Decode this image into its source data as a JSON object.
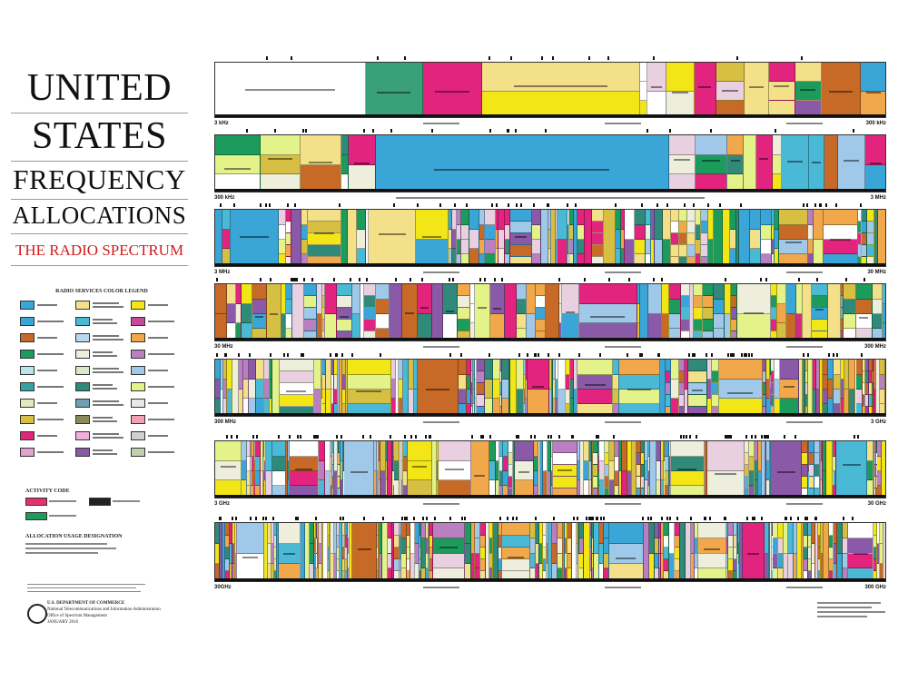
{
  "title": {
    "line1": "UNITED",
    "line2": "STATES",
    "line3": "FREQUENCY",
    "line4": "ALLOCATIONS",
    "subtitle": "THE RADIO SPECTRUM"
  },
  "legend": {
    "title": "RADIO SERVICES COLOR LEGEND",
    "colors": [
      "#3aa6d8",
      "#f5e08a",
      "#f2e617",
      "#3aa6d8",
      "#4ab9d6",
      "#c64a9c",
      "#c76a28",
      "#b9d7ee",
      "#f0a84a",
      "#1d9b5c",
      "#eeeedd",
      "#b97fc0",
      "#bfe3ea",
      "#d8e8c8",
      "#a0c8e8",
      "#3aa0a0",
      "#2f8a7a",
      "#e4f28a",
      "#e0ecc0",
      "#6d9fb0",
      "#e8e8e8",
      "#d7bf44",
      "#8a8a5a",
      "#f4a0b4",
      "#e2247f",
      "#f0b0d8",
      "#d0d0d0",
      "#e3a0d0",
      "#8a5aa8",
      "#c0d0b0"
    ]
  },
  "activity": {
    "title": "ACTIVITY CODE",
    "items": [
      {
        "color": "#e4306c"
      },
      {
        "color": "#222222"
      },
      {
        "color": "#1d9b5c"
      }
    ]
  },
  "usage": {
    "title": "ALLOCATION USAGE DESIGNATION"
  },
  "footer": {
    "line1": "U.S. DEPARTMENT OF COMMERCE",
    "line2": "National Telecommunications and Information Administration",
    "line3": "Office of Spectrum Management",
    "line4": "JANUARY 2016"
  },
  "bands": [
    {
      "start": "3 kHz",
      "end": "300 kHz"
    },
    {
      "start": "300 kHz",
      "end": "3 MHz"
    },
    {
      "start": "3 MHz",
      "end": "30 MHz"
    },
    {
      "start": "30 MHz",
      "end": "300 MHz"
    },
    {
      "start": "300 MHz",
      "end": "3 GHz"
    },
    {
      "start": "3 GHz",
      "end": "30 GHz"
    },
    {
      "start": "30GHz",
      "end": "300 GHz"
    }
  ],
  "palette": [
    "#e2247f",
    "#3aa6d8",
    "#f2e617",
    "#c76a28",
    "#1d9b5c",
    "#f5e08a",
    "#b97fc0",
    "#e8d0e0",
    "#4ab9d6",
    "#eeeedd",
    "#d7bf44",
    "#2f8a7a",
    "#f0a84a",
    "#a0c8e8",
    "#e4f28a",
    "#8a5aa8",
    "#ffffff"
  ]
}
